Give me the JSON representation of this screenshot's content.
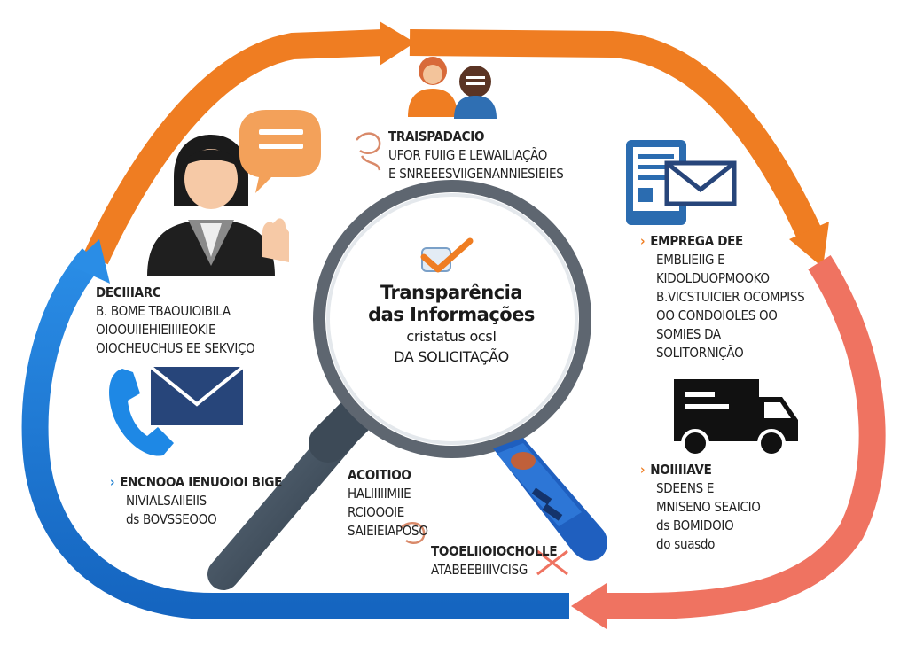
{
  "center": {
    "line1": "Transparência",
    "line2": "das Informações",
    "line3": "cristatus ocsl",
    "line4": "DA SOLICITAÇÃO"
  },
  "top": {
    "line1": "TRAISPADACIO",
    "line2": "UFOR FUIIG E LEWAILIAÇÃO",
    "line3": "E SNREEESVIIGENANNIESIEIES"
  },
  "left": {
    "line1": "DECIIIARC",
    "line2": "B. BOME TBAOUIOIBILA",
    "line3": "OIOOUIIEHIEIIIIEOKIE",
    "line4": "OIOCHEUCHUS EE SEKVIÇO"
  },
  "right_top": {
    "line1": "EMPREGA DEE",
    "line2": "EMBLIEIIG E",
    "line3": "KIDOLDUOPMOOKO",
    "line4": "B.VICSTUICIER OCOMPISS",
    "line5": "OO CONDOIOLES OO",
    "line6": "SOMIES DA",
    "line7": "SOLITORNIÇÃO"
  },
  "right_bottom": {
    "line1": "NOIIIIAVE",
    "line2": "SDEENS E",
    "line3": "MNISENO SEAICIO",
    "line4": "ds BOMIDOIO",
    "line5": "do suasdo"
  },
  "left_bottom": {
    "line1": "ENCNOOA IENUOIOI BIGE",
    "line2": "NIVIALSAIIEIIS",
    "line3": "ds BOVSSEOOO"
  },
  "mid_bottom": {
    "line1": "ACOITIOO",
    "line2": "HALIIIIIMIIE",
    "line3": "RCIOOOIE",
    "line4": "SAIEIEIAPOSO"
  },
  "bottom_right": {
    "line1": "TOOELIIOIOCHOLLE",
    "line2": "ATABEEBIIIVCISG"
  },
  "colors": {
    "orange": "#ef7d22",
    "salmon": "#ef7361",
    "blue": "#1e7fd0",
    "navy": "#27457a",
    "dark": "#1c1c1c"
  },
  "icons": [
    "woman-icon",
    "speech-bubble-icon",
    "people-icon",
    "phone-icon",
    "envelope-icon",
    "tablet-envelope-icon",
    "truck-icon",
    "magnifier-icon",
    "checkmark-icon",
    "tool-icon"
  ]
}
